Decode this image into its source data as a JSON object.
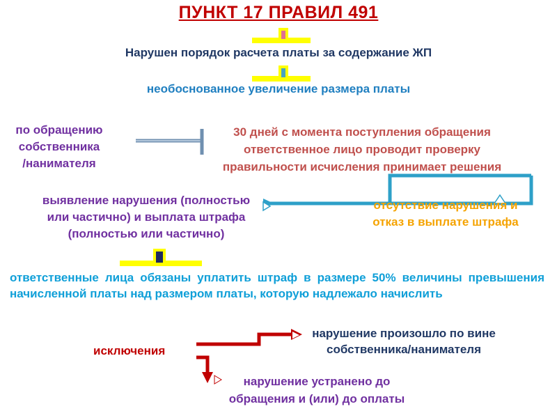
{
  "title": "ПУНКТ 17  ПРАВИЛ 491",
  "subtitle": "Нарушен порядок расчета платы за содержание ЖП",
  "increase": "необоснованное увеличение размера платы",
  "appeal_lines": [
    "по обращению",
    "собственника",
    "/нанимателя"
  ],
  "days_lines": [
    "30 дней с момента поступления обращения",
    "ответственное лицо проводит проверку",
    "правильности исчисления принимает решения"
  ],
  "detect_lines": [
    "выявление нарушения (полностью",
    "или частично) и выплата штрафа",
    "(полностью или частично)"
  ],
  "absence_lines": [
    "отсутствие нарушения и",
    "отказ в выплате штрафа"
  ],
  "obliged": "ответственные лица обязаны уплатить штраф в размере 50% величины превышения начисленной платы над размером платы, которую надлежало начислить",
  "fault_lines": [
    "нарушение произошло по вине",
    "собственника/нанимателя"
  ],
  "exceptions": "исключения",
  "fixed_lines": [
    "нарушение устранено до",
    "обращения и (или) до оплаты"
  ],
  "colors": {
    "title": "#c00000",
    "connector_yellow": "#ffff00",
    "blue_arrow": "#2ea0c8",
    "red_arrow": "#c00000",
    "gray_arrow": "#7090b0"
  }
}
